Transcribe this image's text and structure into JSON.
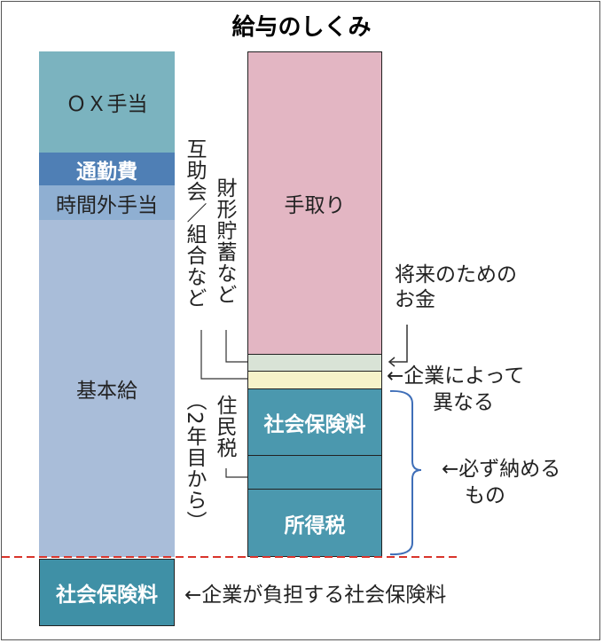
{
  "title": "給与のしくみ",
  "left_column": {
    "allowance": "ＯＸ手当",
    "commute": "通勤費",
    "overtime": "時間外手当",
    "base_salary": "基本給",
    "employer_social_insurance": "社会保険料"
  },
  "right_column": {
    "take_home": "手取り",
    "social_insurance": "社会保険料",
    "income_tax": "所得税"
  },
  "side_labels": {
    "mutual_aid": "互助会／組合など",
    "savings": "財形貯蓄など",
    "resident_tax": "住民税",
    "resident_tax_note": "（2年目から）"
  },
  "annotations": {
    "future_money_1": "将来のための",
    "future_money_2": "お金",
    "varies_1": "←企業によって",
    "varies_2": "異なる",
    "mandatory_1": "←必ず納める",
    "mandatory_2": "もの",
    "employer_burden": "←企業が負担する社会保険料"
  },
  "colors": {
    "allowance": "#7bb3bf",
    "commute": "#4f7fb5",
    "overtime": "#8fafd2",
    "base": "#a9bdd9",
    "take_home": "#e3b6c3",
    "savings": "#d9e3d6",
    "mutual": "#f6f2c9",
    "mandatory": "#4b98ae",
    "dashed": "#d9342b",
    "bracket": "#3f6fb8"
  }
}
